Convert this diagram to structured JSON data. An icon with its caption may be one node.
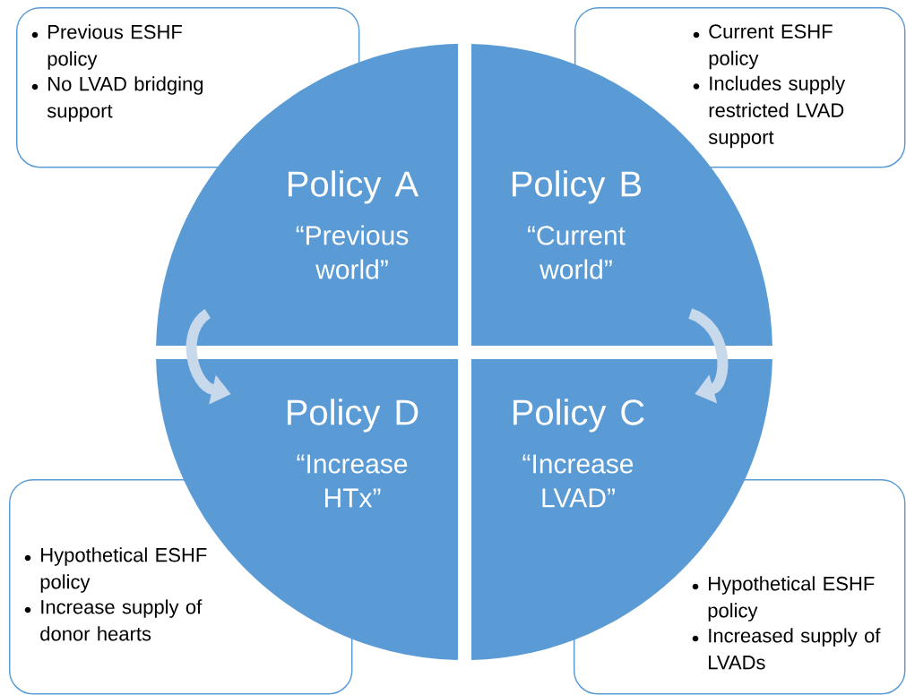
{
  "diagram": {
    "nodes": [
      {
        "text": [
          "Previous ESHF policy",
          "No LVAD bridging support"
        ]
      },
      {
        "text": [
          "Current ESHF policy",
          "Includes supply restricted LVAD support"
        ]
      },
      {
        "text": [
          "Policy A",
          "“Previous world”"
        ]
      },
      {
        "text": [
          "Policy B",
          "“Current world”"
        ]
      },
      {
        "text": [
          "Policy D",
          "“Increase HTx”"
        ]
      },
      {
        "text": [
          "Policy C",
          "“Increase LVAD”"
        ]
      },
      {
        "text": [
          "Hypothetical ESHF policy",
          "Increase supply of donor hearts"
        ]
      },
      {
        "text": [
          "Hypothetical ESHF policy",
          "Increased supply of LVADs"
        ]
      }
    ],
    "edges": [
      {
        "from": 2,
        "to": 4,
        "arrow": "to"
      },
      {
        "from": 3,
        "to": 5,
        "arrow": "to"
      }
    ]
  }
}
